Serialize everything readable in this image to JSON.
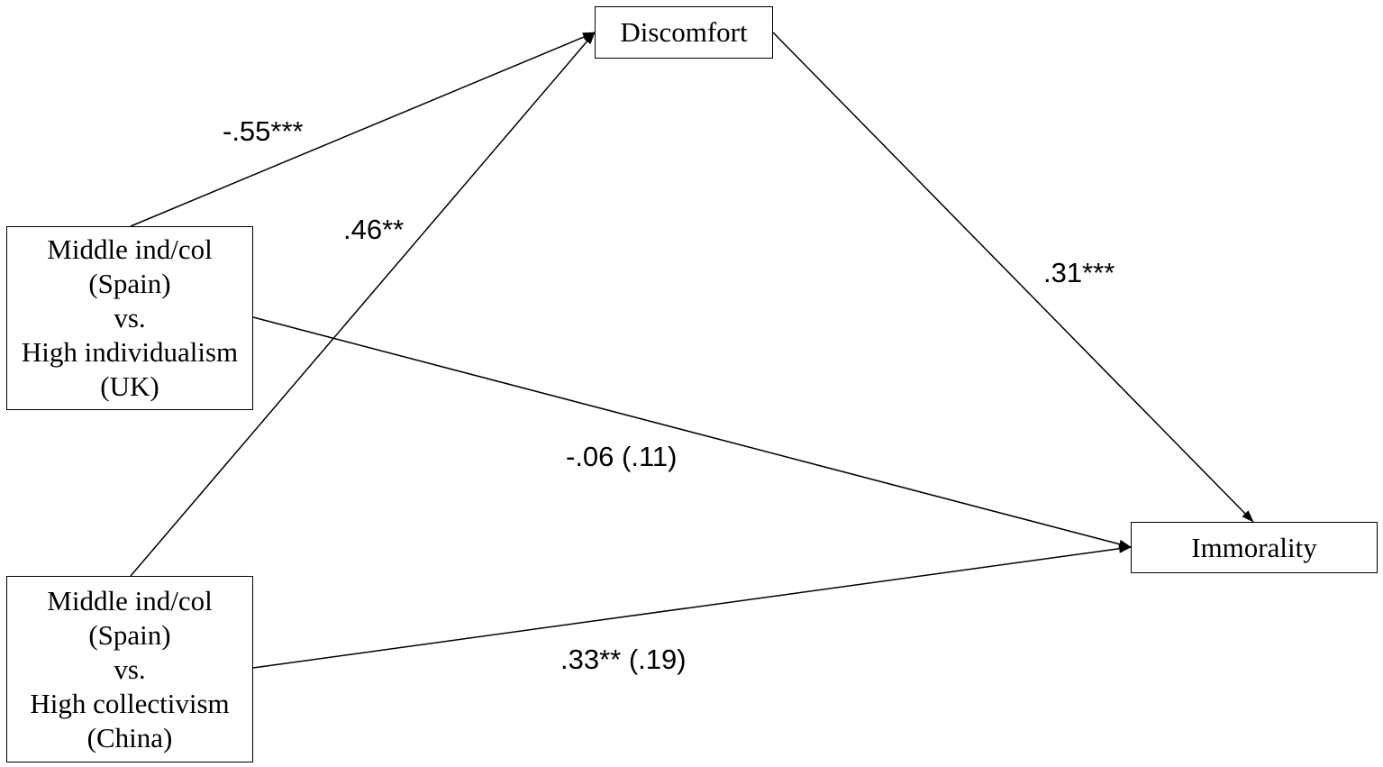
{
  "nodes": {
    "spain_uk": {
      "lines": [
        "Middle ind/col",
        "(Spain)",
        "vs.",
        "High individualism",
        "(UK)"
      ]
    },
    "spain_china": {
      "lines": [
        "Middle ind/col",
        "(Spain)",
        "vs.",
        "High collectivism",
        "(China)"
      ]
    },
    "discomfort": {
      "label": "Discomfort"
    },
    "immorality": {
      "label": "Immorality"
    }
  },
  "edges": {
    "uk_to_discomfort": {
      "label": "-.55***"
    },
    "china_to_discomfort": {
      "label": ".46**"
    },
    "discomfort_to_immorality": {
      "label": ".31***"
    },
    "uk_to_immorality": {
      "label": "-.06 (.11)"
    },
    "china_to_immorality": {
      "label": ".33** (.19)"
    }
  },
  "colors": {
    "line": "#000000",
    "background": "#ffffff"
  }
}
